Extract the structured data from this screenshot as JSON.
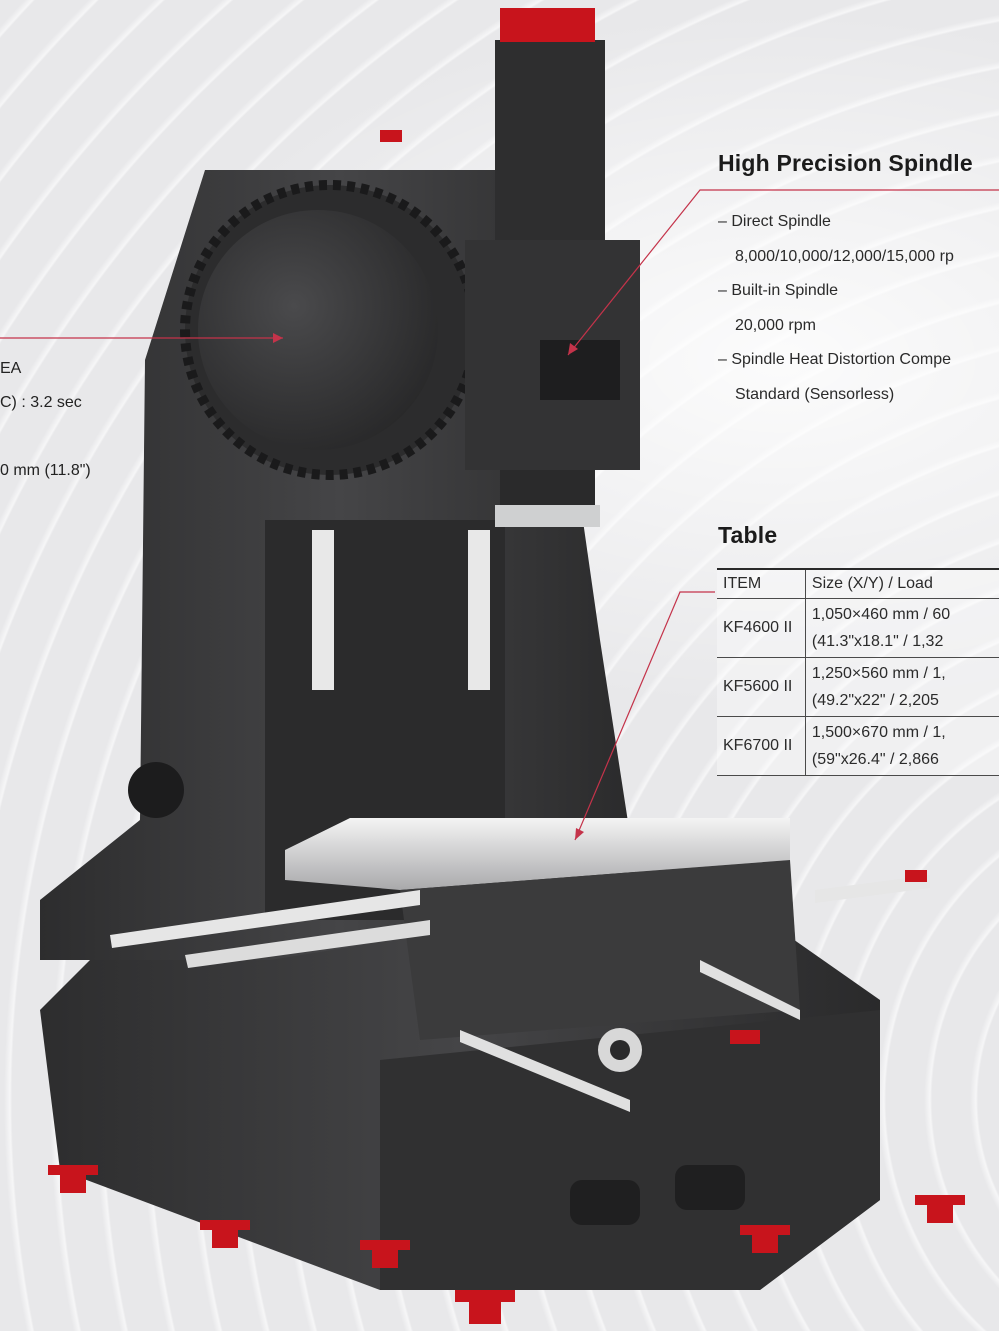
{
  "left_specs": {
    "line1": "EA",
    "line2": "C) : 3.2 sec",
    "line3": "0 mm (11.8\")"
  },
  "spindle": {
    "title": "High Precision Spindle",
    "items": [
      {
        "label": "– Direct Spindle",
        "value": "8,000/10,000/12,000/15,000 rp"
      },
      {
        "label": "– Built-in Spindle",
        "value": "20,000 rpm"
      },
      {
        "label": "– Spindle Heat Distortion Compe",
        "value": "Standard (Sensorless)"
      }
    ]
  },
  "table_section": {
    "title": "Table",
    "headers": [
      "ITEM",
      "Size (X/Y) / Load"
    ],
    "rows": [
      {
        "item": "KF4600 II",
        "line1": "1,050×460 mm / 60",
        "line2": "(41.3\"x18.1\" / 1,32"
      },
      {
        "item": "KF5600 II",
        "line1": "1,250×560 mm / 1,",
        "line2": "(49.2\"x22\" / 2,205"
      },
      {
        "item": "KF6700 II",
        "line1": "1,500×670 mm / 1,",
        "line2": "(59\"x26.4\" / 2,866"
      }
    ]
  },
  "colors": {
    "accent_line": "#c4334a",
    "machine_body": "#3a3a3b",
    "machine_red": "#c8141c",
    "text": "#222222"
  }
}
